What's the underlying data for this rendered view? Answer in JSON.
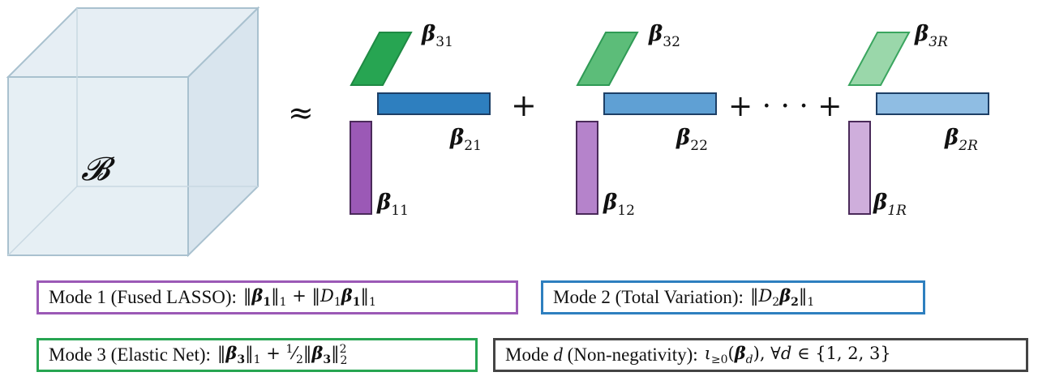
{
  "tensor": {
    "symbol": "𝓑"
  },
  "approx_symbol": "≈",
  "plus": "+",
  "ellipsis": "+ · · · +",
  "components": [
    {
      "v3": "β",
      "v3_sub": "31",
      "v2": "β",
      "v2_sub": "21",
      "v1": "β",
      "v1_sub": "11",
      "color3": "#27a552",
      "color2": "#2e7fbf",
      "color1": "#9b59b6"
    },
    {
      "v3": "β",
      "v3_sub": "32",
      "v2": "β",
      "v2_sub": "22",
      "v1": "β",
      "v1_sub": "12",
      "color3": "#5cbd79",
      "color2": "#5fa0d4",
      "color1": "#b583cb"
    },
    {
      "v3": "β",
      "v3_sub": "3R",
      "v2": "β",
      "v2_sub": "2R",
      "v1": "β",
      "v1_sub": "1R",
      "color3": "#9ad7aa",
      "color2": "#8fbde3",
      "color1": "#cfaedc"
    }
  ],
  "boxes": {
    "mode1": {
      "label": "Mode 1 (Fused LASSO):",
      "color": "#9b59b6"
    },
    "mode2": {
      "label": "Mode 2 (Total Variation):",
      "color": "#2e7fbf"
    },
    "mode3": {
      "label": "Mode 3 (Elastic Net):",
      "color": "#27a552"
    },
    "moded": {
      "label_prefix": "Mode",
      "label_var": "d",
      "label_suffix": "(Non-negativity):",
      "color": "#444444"
    }
  }
}
